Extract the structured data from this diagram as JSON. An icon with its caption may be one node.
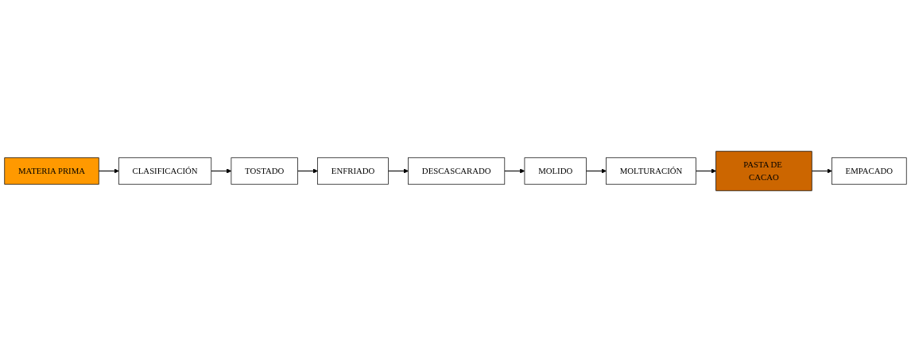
{
  "diagram": {
    "nodes": [
      {
        "text": [
          "MATERIA PRIMA"
        ]
      },
      {
        "text": [
          "CLASIFICACIÓN"
        ]
      },
      {
        "text": [
          "TOSTADO"
        ]
      },
      {
        "text": [
          "ENFRIADO"
        ]
      },
      {
        "text": [
          "DESCASCARADO"
        ]
      },
      {
        "text": [
          "MOLIDO"
        ]
      },
      {
        "text": [
          "MOLTURACIÓN"
        ]
      },
      {
        "text": [
          "PASTA DE CACAO"
        ]
      },
      {
        "text": [
          "EMPACADO"
        ]
      }
    ],
    "edges": [
      {
        "from": 0,
        "to": 1,
        "arrow": "to"
      },
      {
        "from": 1,
        "to": 2,
        "arrow": "to"
      },
      {
        "from": 2,
        "to": 3,
        "arrow": "to"
      },
      {
        "from": 3,
        "to": 4,
        "arrow": "to"
      },
      {
        "from": 4,
        "to": 5,
        "arrow": "to"
      },
      {
        "from": 5,
        "to": 6,
        "arrow": "to"
      },
      {
        "from": 6,
        "to": 7,
        "arrow": "to"
      },
      {
        "from": 7,
        "to": 8,
        "arrow": "to"
      }
    ]
  }
}
